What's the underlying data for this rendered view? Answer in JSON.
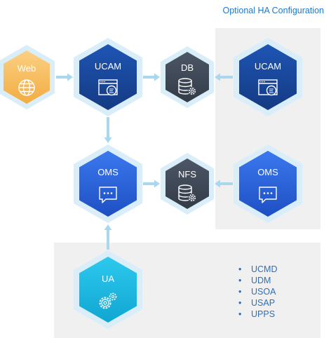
{
  "ha_title": "Optional HA Configuration",
  "nodes": {
    "web": {
      "label": "Web",
      "icon": "globe-icon"
    },
    "ucam": {
      "label": "UCAM",
      "icon": "browser-window-icon"
    },
    "db": {
      "label": "DB",
      "icon": "database-gear-icon"
    },
    "ucam_ha": {
      "label": "UCAM",
      "icon": "browser-window-icon"
    },
    "oms": {
      "label": "OMS",
      "icon": "chat-bubble-icon"
    },
    "nfs": {
      "label": "NFS",
      "icon": "database-gear-icon"
    },
    "oms_ha": {
      "label": "OMS",
      "icon": "chat-bubble-icon"
    },
    "ua": {
      "label": "UA",
      "icon": "gears-icon"
    }
  },
  "services": [
    "UCMD",
    "UDM",
    "USOA",
    "USAP",
    "UPPS"
  ],
  "colors": {
    "web": "#f7bd5c",
    "ucam": "#1a4699",
    "db": "#3f4857",
    "oms": "#2a5ed6",
    "ua": "#1ab7df",
    "halo": "#d9eef9",
    "arrow": "#a9d8ee",
    "panel": "#f0f0f0",
    "accent": "#1f78c8"
  }
}
